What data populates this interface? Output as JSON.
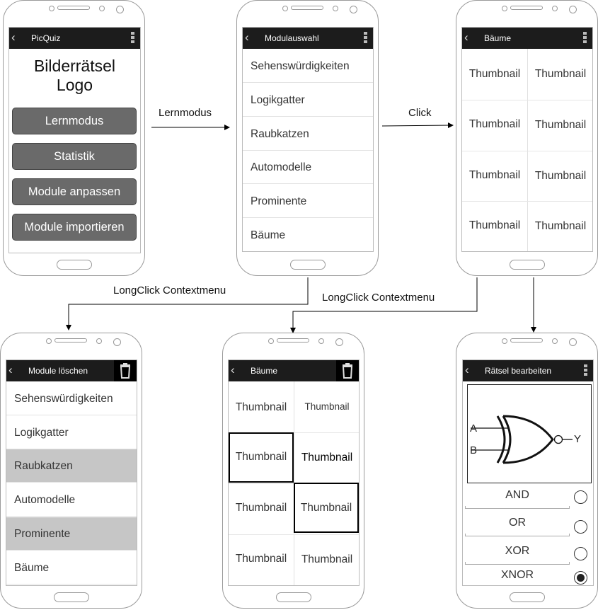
{
  "phone1": {
    "title": "PicQuiz",
    "logo_line1": "Bilderrätsel",
    "logo_line2": "Logo",
    "buttons": [
      "Lernmodus",
      "Statistik",
      "Module anpassen",
      "Module importieren"
    ]
  },
  "phone2": {
    "title": "Modulauswahl",
    "items": [
      "Sehenswürdigkeiten",
      "Logikgatter",
      "Raubkatzen",
      "Automodelle",
      "Prominente",
      "Bäume"
    ]
  },
  "phone3": {
    "title": "Bäume",
    "thumb_label": "Thumbnail"
  },
  "phone4": {
    "title": "Module löschen",
    "items": [
      "Sehenswürdigkeiten",
      "Logikgatter",
      "Raubkatzen",
      "Automodelle",
      "Prominente",
      "Bäume"
    ],
    "selected_items": [
      "Raubkatzen",
      "Prominente"
    ]
  },
  "phone5": {
    "title": "Bäume",
    "thumb_label": "Thumbnail",
    "selected_cells": [
      "row2-left",
      "row3-right"
    ]
  },
  "phone6": {
    "title": "Rätsel bearbeiten",
    "gate_input_a": "A",
    "gate_input_b": "B",
    "gate_output": "Y",
    "options": [
      "AND",
      "OR",
      "XOR",
      "XNOR"
    ],
    "checked_option": "XNOR"
  },
  "arrows": {
    "lernmodus": "Lernmodus",
    "click": "Click",
    "longclick_left": "LongClick Contextmenu",
    "longclick_right": "LongClick Contextmenu"
  },
  "colors": {
    "action_bar": "#1c1c1c",
    "button_fill": "#6a6a6a",
    "selected_row": "#c6c6c6"
  }
}
